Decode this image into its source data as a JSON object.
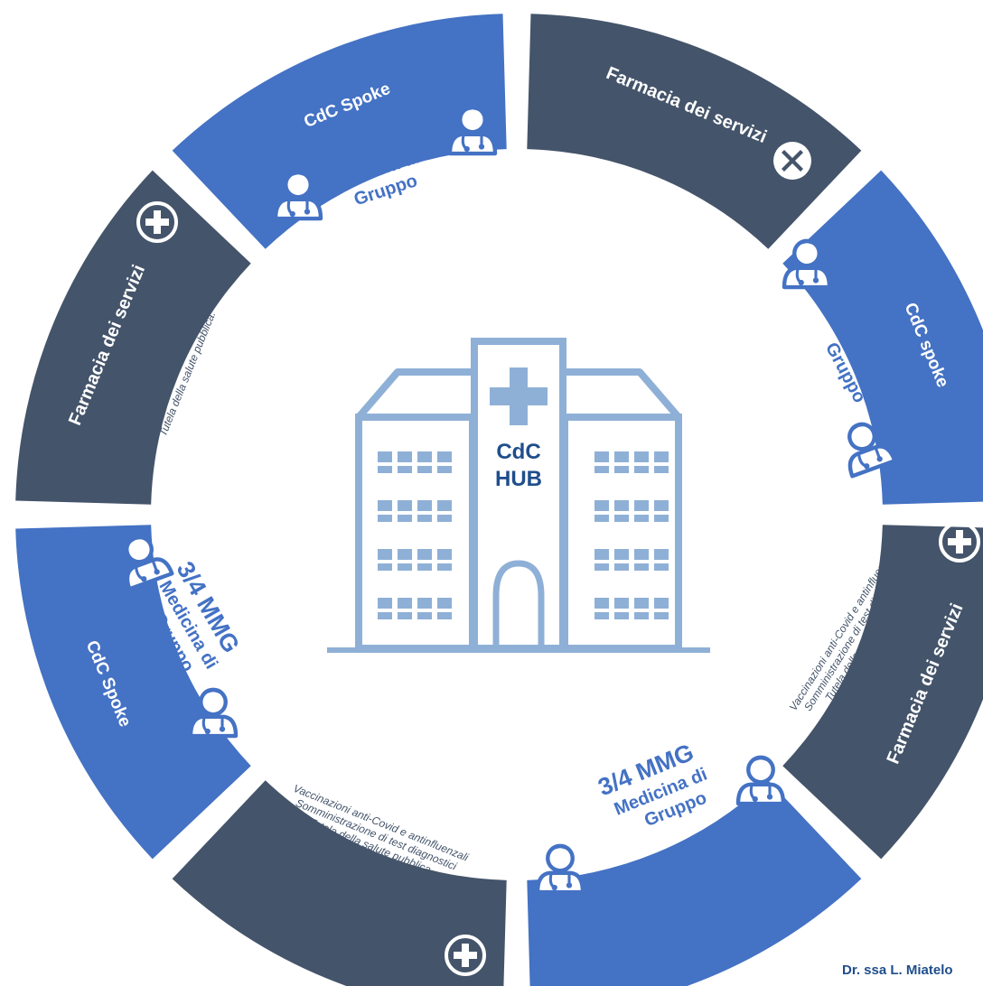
{
  "segments": [
    {
      "id": "top-left",
      "type": "cdc",
      "label": "CdC Spoke"
    },
    {
      "id": "top-right",
      "type": "pharmacy",
      "label": "Farmacia dei servizi"
    },
    {
      "id": "right",
      "type": "cdc",
      "label": "CdC spoke"
    },
    {
      "id": "bottom-right",
      "type": "pharmacy",
      "label": "Farmacia dei servizi"
    },
    {
      "id": "bottom",
      "type": "cdc",
      "label": ""
    },
    {
      "id": "bottom-left",
      "type": "pharmacy",
      "label": ""
    },
    {
      "id": "left",
      "type": "cdc",
      "label": "CdC Spoke"
    },
    {
      "id": "upper-left",
      "type": "pharmacy",
      "label": "Farmacia dei servizi"
    }
  ],
  "pharmacy_services": {
    "line1": "Vaccinazioni anti-Covid e antinfluenzali",
    "line2": "Somministrazione di test diagnostici",
    "line3": "Tutela della salute pubblica."
  },
  "mmg": {
    "line1": "3/4 MMG",
    "line2": "Medicina di",
    "line3": "Gruppo"
  },
  "hub": {
    "line1": "CdC",
    "line2": "HUB"
  },
  "footer": {
    "text": "Dr. ssa L. Miatelo"
  },
  "colors": {
    "blue": "#4472c4",
    "slate": "#44546a",
    "light_blue": "#8fb0d6",
    "hub_text": "#1f4e8c"
  }
}
